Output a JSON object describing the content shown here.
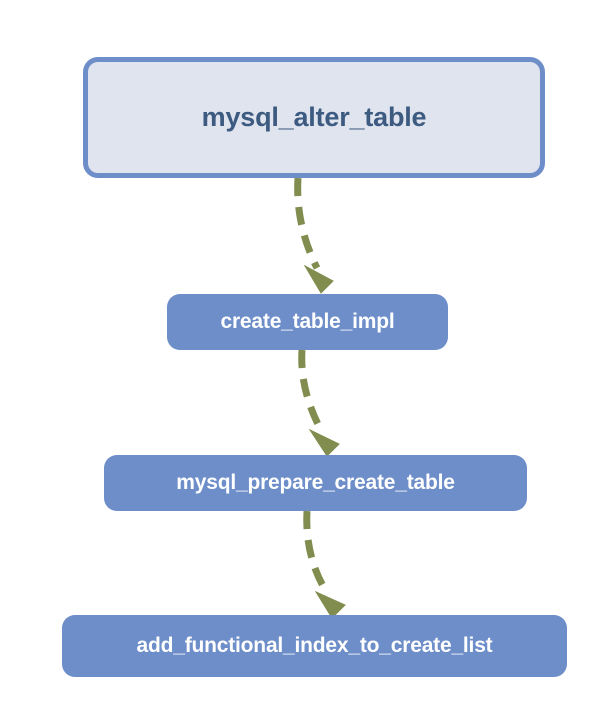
{
  "diagram": {
    "type": "call-graph",
    "background_color": "#ffffff",
    "node_fill_color": "#6d8ec9",
    "root_fill_color": "#dfe4ee",
    "root_border_color": "#6d8ec9",
    "root_text_color": "#3d5a80",
    "node_text_color": "#ffffff",
    "edge_color": "#808d4e",
    "edge_style": "dashed",
    "nodes": [
      {
        "id": "root",
        "label": "mysql_alter_table"
      },
      {
        "id": "n1",
        "label": "create_table_impl"
      },
      {
        "id": "n2",
        "label": "mysql_prepare_create_table"
      },
      {
        "id": "n3",
        "label": "add_functional_index_to_create_list"
      }
    ],
    "edges": [
      {
        "from": "root",
        "to": "n1"
      },
      {
        "from": "n1",
        "to": "n2"
      },
      {
        "from": "n2",
        "to": "n3"
      }
    ]
  }
}
